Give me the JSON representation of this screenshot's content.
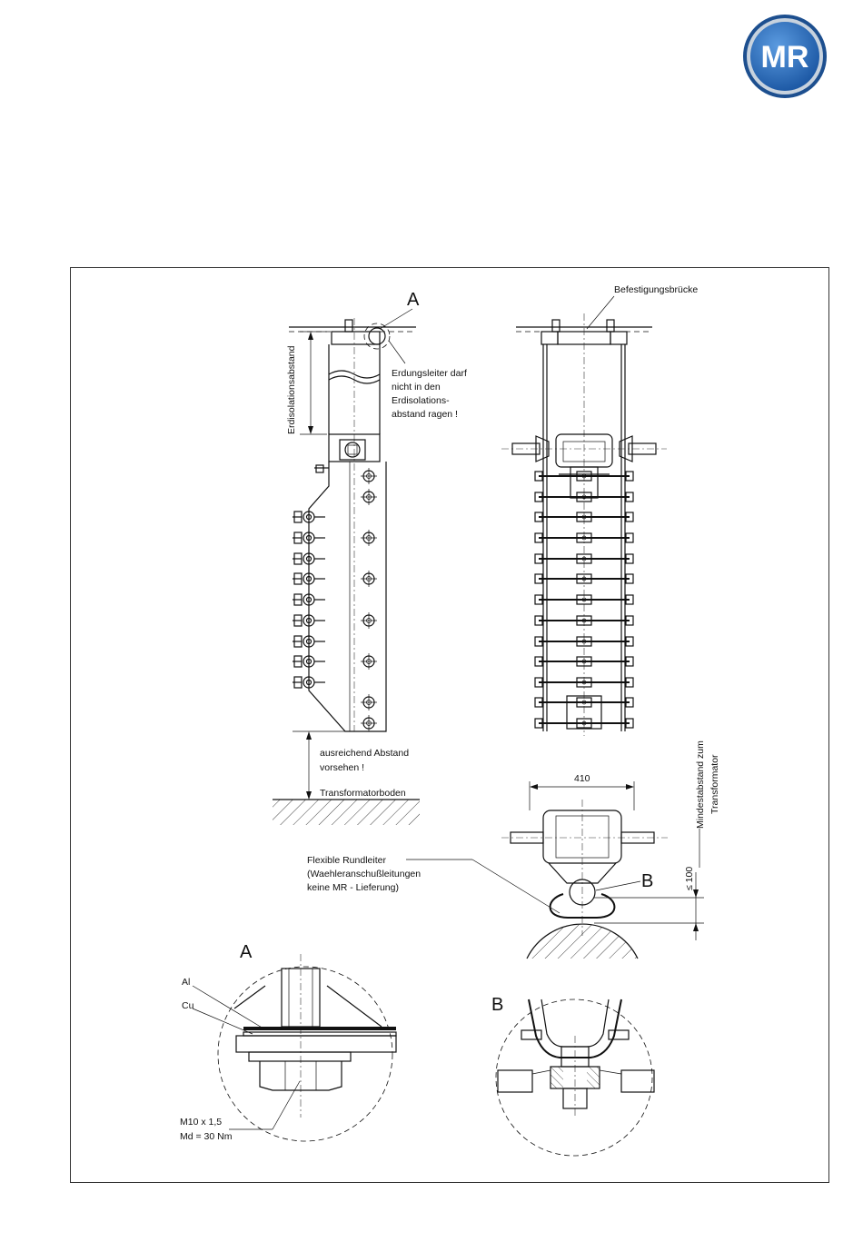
{
  "logo": {
    "text": "MR",
    "colors": {
      "ring_outer": "#1d4f8f",
      "ring_inner": "#c7d2de",
      "fill": "#2b6cb8",
      "text": "#ffffff"
    }
  },
  "labels": {
    "detail_a_marker": "A",
    "befestigungsbruecke": "Befestigungsbrücke",
    "erdisolationsabstand": "Erdisolationsabstand",
    "erdungsleiter_1": "Erdungsleiter darf",
    "erdungsleiter_2": "nicht in den",
    "erdungsleiter_3": "Erdisolations-",
    "erdungsleiter_4": "abstand ragen !",
    "abstand_1": "ausreichend Abstand",
    "abstand_2": "vorsehen !",
    "transformatorboden": "Transformatorboden",
    "dim_410": "410",
    "mindestabstand_1": "Mindestabstand zum",
    "mindestabstand_2": "Transformator",
    "dim_100": "≤ 100",
    "flexible_1": "Flexible Rundleiter",
    "flexible_2": "(Waehleranschußleitungen",
    "flexible_3": "keine MR - Lieferung)",
    "marker_b": "B",
    "detail_a_title": "A",
    "al": "Al",
    "cu": "Cu",
    "m10": "M10 x 1,5",
    "md": "Md = 30 Nm",
    "detail_b_title": "B"
  }
}
